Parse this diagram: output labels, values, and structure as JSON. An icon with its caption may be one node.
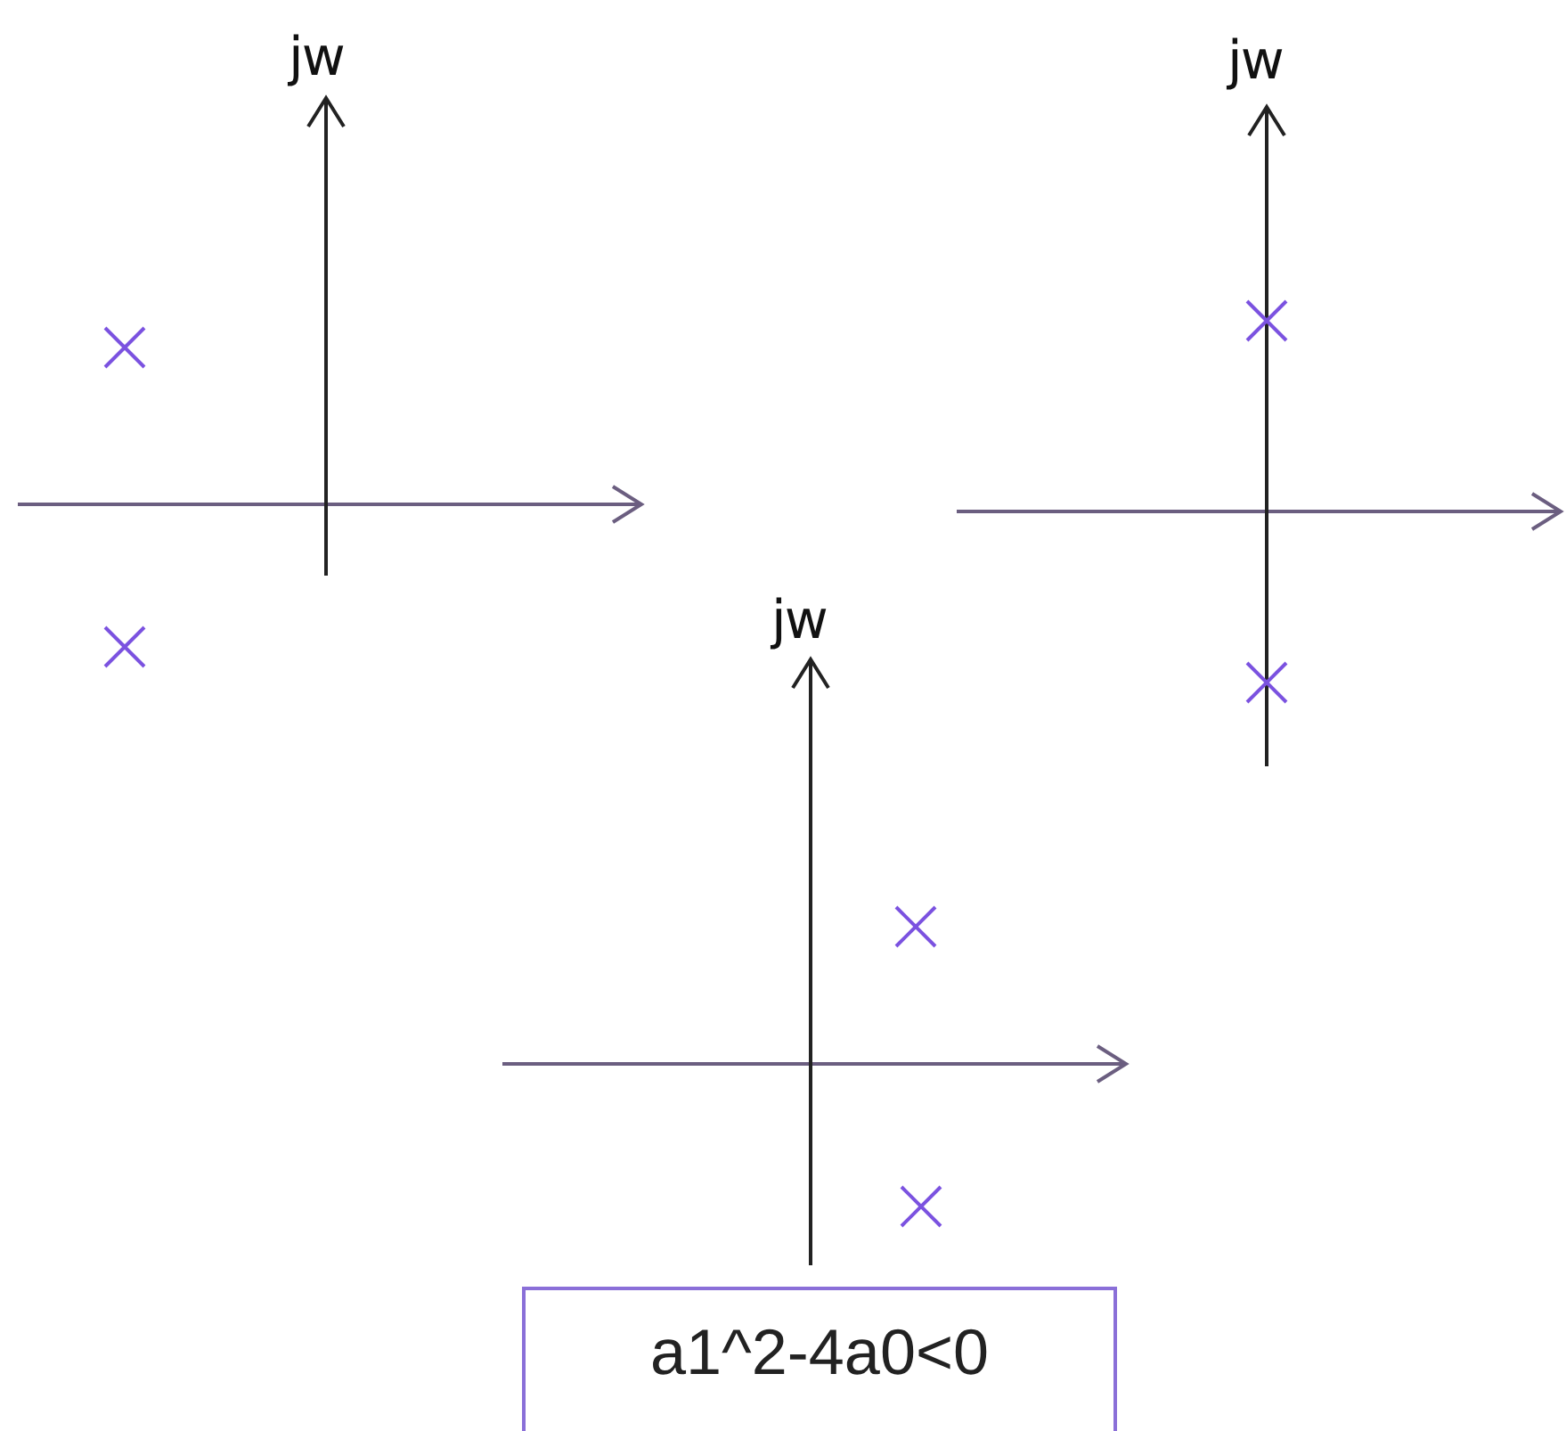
{
  "diagram": {
    "nodes": [
      {
        "text": [
          "a1^2-4a0<0"
        ]
      }
    ],
    "labels": [
      "jw",
      "jw",
      "jw"
    ]
  }
}
